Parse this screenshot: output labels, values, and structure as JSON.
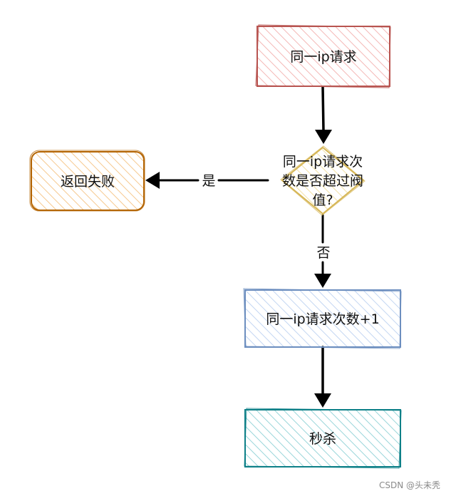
{
  "diagram": {
    "nodes": {
      "request": {
        "label": "同一ip请求",
        "stroke": "#b85450",
        "fill": "#f8cecc"
      },
      "decision": {
        "lines": [
          "同一ip请求次",
          "数是否超过阀",
          "值?"
        ],
        "stroke": "#d6b656",
        "fill": "#fff2cc"
      },
      "fail": {
        "label": "返回失败",
        "stroke": "#b46504",
        "fill": "#fad7ac"
      },
      "increment": {
        "label": "同一ip请求次数+1",
        "stroke": "#6c8ebf",
        "fill": "#dae8fc"
      },
      "seckill": {
        "label": "秒杀",
        "stroke": "#0e8088",
        "fill": "#b0e3e6"
      }
    },
    "edges": {
      "yes_label": "是",
      "no_label": "否"
    }
  },
  "watermark": "CSDN @头未秃"
}
